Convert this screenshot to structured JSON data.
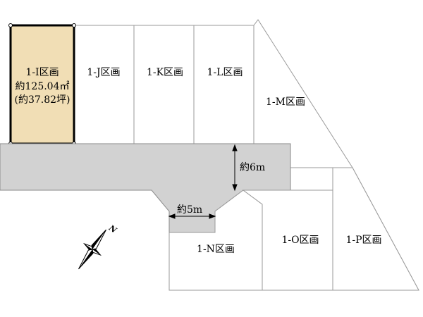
{
  "colors": {
    "highlight_fill": "#f1deb5",
    "highlight_border": "#000000",
    "road_fill": "#d2d2d2",
    "lot_border": "#9a9a9a"
  },
  "lots": {
    "i": {
      "name": "1-I区画",
      "area_sqm": "約125.04㎡",
      "area_tsubo": "(約37.82坪)",
      "selected": true
    },
    "j": {
      "name": "1-J区画"
    },
    "k": {
      "name": "1-K区画"
    },
    "l": {
      "name": "1-L区画"
    },
    "m": {
      "name": "1-M区画"
    },
    "n": {
      "name": "1-N区画"
    },
    "o": {
      "name": "1-O区画"
    },
    "p": {
      "name": "1-P区画"
    }
  },
  "road": {
    "main_width": "約6m",
    "branch_width": "約5m"
  },
  "compass": {
    "north_label": "N",
    "icon": "compass-rose-icon"
  }
}
